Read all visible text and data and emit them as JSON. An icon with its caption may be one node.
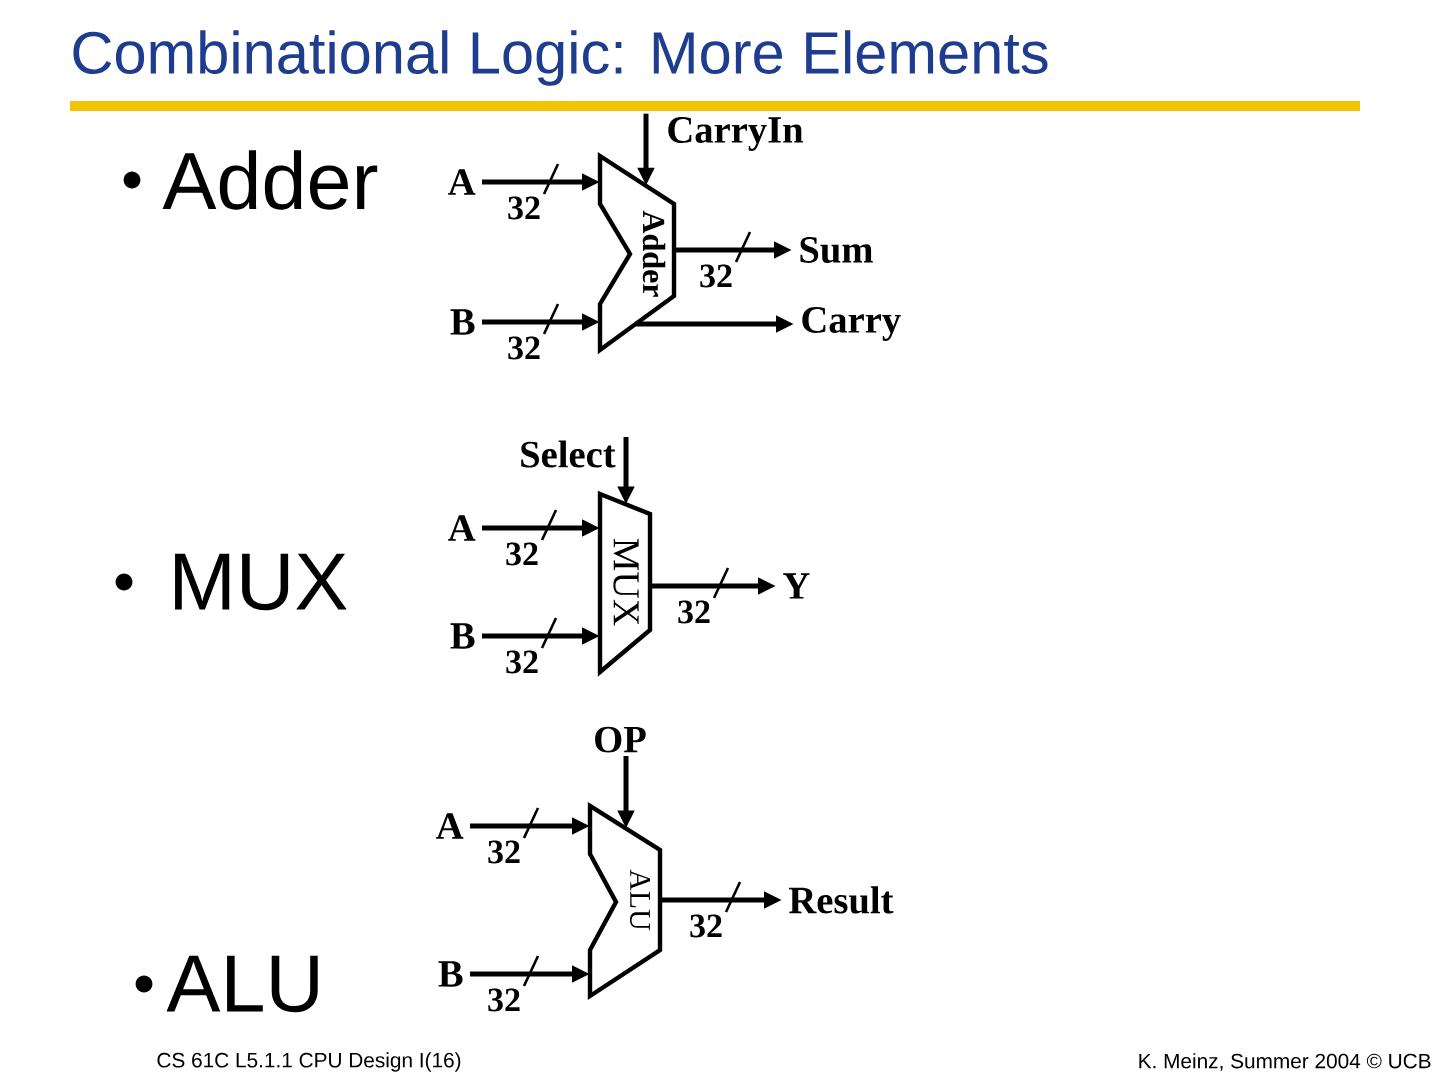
{
  "diagram": {
    "title": "Combinational Logic: More Elements",
    "nodes": [
      {
        "text": [
          "Adder"
        ]
      },
      {
        "text": [
          "A"
        ]
      },
      {
        "text": [
          "B"
        ]
      },
      {
        "text": [
          "CarryIn"
        ]
      },
      {
        "text": [
          "Sum"
        ]
      },
      {
        "text": [
          "Carry"
        ]
      },
      {
        "text": [
          "MUX"
        ]
      },
      {
        "text": [
          "Select"
        ]
      },
      {
        "text": [
          "A"
        ]
      },
      {
        "text": [
          "B"
        ]
      },
      {
        "text": [
          "Y"
        ]
      },
      {
        "text": [
          "ALU"
        ]
      },
      {
        "text": [
          "OP"
        ]
      },
      {
        "text": [
          "A"
        ]
      },
      {
        "text": [
          "B"
        ]
      },
      {
        "text": [
          "Result"
        ]
      }
    ],
    "edges": [
      {
        "from": 1,
        "to": 0,
        "arrow": "to",
        "label": "32"
      },
      {
        "from": 2,
        "to": 0,
        "arrow": "to",
        "label": "32"
      },
      {
        "from": 3,
        "to": 0,
        "arrow": "to"
      },
      {
        "from": 0,
        "to": 4,
        "arrow": "to",
        "label": "32"
      },
      {
        "from": 0,
        "to": 5,
        "arrow": "to"
      },
      {
        "from": 7,
        "to": 6,
        "arrow": "to"
      },
      {
        "from": 8,
        "to": 6,
        "arrow": "to",
        "label": "32"
      },
      {
        "from": 9,
        "to": 6,
        "arrow": "to",
        "label": "32"
      },
      {
        "from": 6,
        "to": 10,
        "arrow": "to",
        "label": "32"
      },
      {
        "from": 12,
        "to": 11,
        "arrow": "to"
      },
      {
        "from": 13,
        "to": 11,
        "arrow": "to",
        "label": "32"
      },
      {
        "from": 14,
        "to": 11,
        "arrow": "to",
        "label": "32"
      },
      {
        "from": 11,
        "to": 15,
        "arrow": "to",
        "label": "32"
      }
    ],
    "labels": [
      "Adder",
      "MUX",
      "ALU",
      "CS 61C L5.1.1 CPU Design I(16)",
      "K. Meinz, Summer 2004 © UCB"
    ]
  }
}
